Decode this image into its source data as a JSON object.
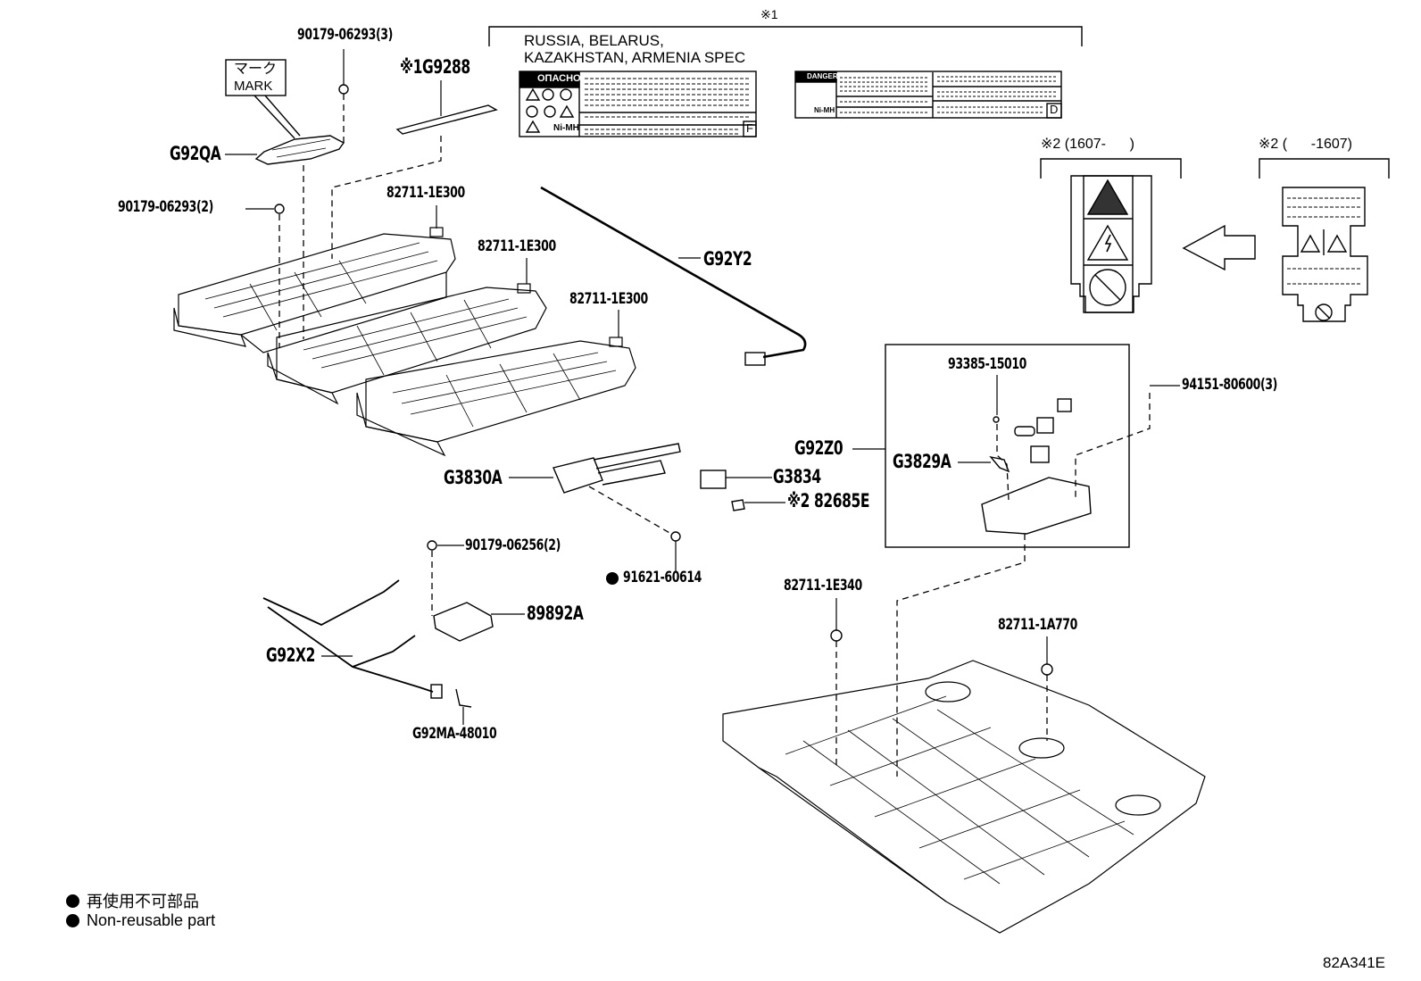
{
  "diagram": {
    "figure_id": "82A341E",
    "note1_header": "※1",
    "note1_region": "RUSSIA, BELARUS,\nKAZAKHSTAN, ARMENIA SPEC",
    "note1_region_line1": "RUSSIA, BELARUS,",
    "note1_region_line2": "KAZAKHSTAN, ARMENIA SPEC",
    "label_ru_header": "ОПАСНО",
    "label_en_header": "DANGER",
    "label_ru_tag": "Ni-MH",
    "label_en_tag": "Ni-MH",
    "label_ru_letter": "F",
    "label_en_letter": "D",
    "note2_new": "※2 (1607-      )",
    "note2_old": "※2 (      -1607)",
    "mark_jp": "マーク",
    "mark_en": "MARK",
    "parts": [
      {
        "id": "p1",
        "code": "90179-06293(3)"
      },
      {
        "id": "p2",
        "code": "※1G9288"
      },
      {
        "id": "p3",
        "code": "G92QA"
      },
      {
        "id": "p4",
        "code": "90179-06293(2)"
      },
      {
        "id": "p5",
        "code": "82711-1E300"
      },
      {
        "id": "p6",
        "code": "82711-1E300"
      },
      {
        "id": "p7",
        "code": "82711-1E300"
      },
      {
        "id": "p8",
        "code": "G92Y2"
      },
      {
        "id": "p9",
        "code": "93385-15010"
      },
      {
        "id": "p10",
        "code": "94151-80600(3)"
      },
      {
        "id": "p11",
        "code": "G92Z0"
      },
      {
        "id": "p12",
        "code": "G3829A"
      },
      {
        "id": "p13",
        "code": "G3830A"
      },
      {
        "id": "p14",
        "code": "G3834"
      },
      {
        "id": "p15",
        "code": "※2 82685E"
      },
      {
        "id": "p16",
        "code": "90179-06256(2)"
      },
      {
        "id": "p17",
        "code": "91621-60614",
        "non_reusable": true
      },
      {
        "id": "p18",
        "code": "89892A"
      },
      {
        "id": "p19",
        "code": "G92X2"
      },
      {
        "id": "p20",
        "code": "G92MA-48010"
      },
      {
        "id": "p21",
        "code": "82711-1E340"
      },
      {
        "id": "p22",
        "code": "82711-1A770"
      }
    ],
    "legend": [
      {
        "symbol": "filled-circle",
        "text": "再使用不可部品"
      },
      {
        "symbol": "filled-circle",
        "text": "Non-reusable part"
      }
    ]
  }
}
